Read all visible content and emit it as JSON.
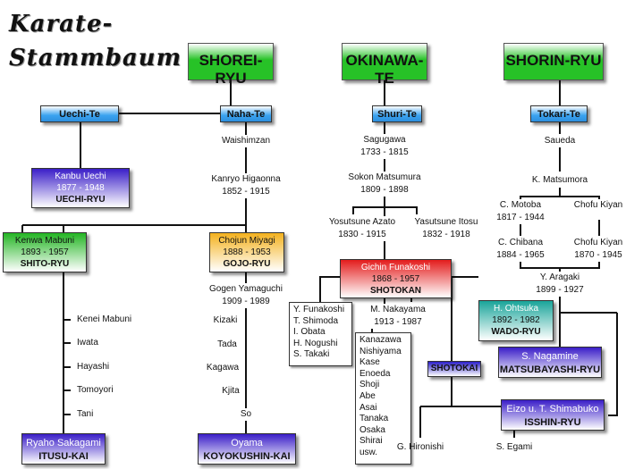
{
  "title": {
    "line1": "Karate-",
    "line2": "Stammbaum"
  },
  "roots": {
    "shorei": "SHOREI-RYU",
    "okinawa": "OKINAWA-TE",
    "shorin": "SHORIN-RYU"
  },
  "te": {
    "uechi": "Uechi-Te",
    "naha": "Naha-Te",
    "shuri": "Shuri-Te",
    "tokari": "Tokari-Te"
  },
  "uechi_ryu": {
    "name": "Kanbu Uechi",
    "years": "1877 - 1948",
    "style": "UECHI-RYU"
  },
  "naha": {
    "waishimzan": "Waishimzan",
    "higaonna": "Kanryo Higaonna",
    "higaonna_years": "1852 - 1915"
  },
  "shito_ryu": {
    "name": "Kenwa Mabuni",
    "years": "1893 - 1957",
    "style": "SHITO-RYU"
  },
  "gojo_ryu": {
    "name": "Chojun Miyagi",
    "years": "1888 - 1953",
    "style": "GOJO-RYU"
  },
  "shito_line": [
    "Kenei Mabuni",
    "Iwata",
    "Hayashi",
    "Tomoyori",
    "Tani"
  ],
  "itusu_kai": {
    "name": "Ryaho Sakagami",
    "style": "ITUSU-KAI"
  },
  "yamaguchi": {
    "name": "Gogen Yamaguchi",
    "years": "1909 - 1989"
  },
  "gojo_line": [
    "Kizaki",
    "Tada",
    "Kagawa",
    "Kjita",
    "So"
  ],
  "koyokushin": {
    "name": "Oyama",
    "style": "KOYOKUSHIN-KAI"
  },
  "shuri": {
    "sagugawa": "Sagugawa",
    "sagugawa_years": "1733 - 1815",
    "matsumura": "Sokon Matsumura",
    "matsumura_years": "1809 - 1898",
    "azato": "Yosutsune Azato",
    "azato_years": "1830 - 1915",
    "itosu": "Yasutsune Itosu",
    "itosu_years": "1832 - 1918"
  },
  "shotokan": {
    "name": "Gichin Funakoshi",
    "years": "1868 - 1957",
    "style": "SHOTOKAN"
  },
  "funakoshi_students": [
    "Y. Funakoshi",
    "T. Shimoda",
    "I.  Obata",
    "H. Nogushi",
    "S. Takaki"
  ],
  "nakayama": {
    "name": "M. Nakayama",
    "years": "1913 - 1987"
  },
  "nakayama_students": [
    "Kanazawa",
    "Nishiyama",
    "Kase",
    "Enoeda",
    "Shoji",
    "Abe",
    "Asai",
    "Tanaka",
    "Osaka",
    "Shirai",
    "usw."
  ],
  "wado_ryu": {
    "name": "H. Ohtsuka",
    "years": "1892 - 1982",
    "style": "WADO-RYU"
  },
  "shotokai": {
    "style": "SHOTOKAI",
    "student1": "G. Hironishi",
    "student2": "S. Egami"
  },
  "tokari": {
    "saueda": "Saueda",
    "matsumora": "K. Matsumora",
    "motoba": "C. Motoba",
    "motoba_years": "1817 - 1944",
    "kiyan1": "Chofu Kiyan",
    "chibana": "C. Chibana",
    "chibana_years": "1884 - 1965",
    "kiyan2": "Chofu Kiyan",
    "kiyan2_years": "1870 - 1945",
    "aragaki": "Y. Aragaki",
    "aragaki_years": "1899 - 1927"
  },
  "matsubayashi": {
    "name": "S. Nagamine",
    "style": "MATSUBAYASHI-RYU"
  },
  "isshin": {
    "name": "Eizo u. T. Shimabuko",
    "style": "ISSHIN-RYU"
  },
  "colors": {
    "root_green": "#27c227",
    "te_blue": "#3aa3f0",
    "school_purple": "#3a1ec8",
    "shotokan_red": "#e31c1c",
    "gojo_yellow": "#f4b21e",
    "wado_teal": "#1aa59a"
  }
}
